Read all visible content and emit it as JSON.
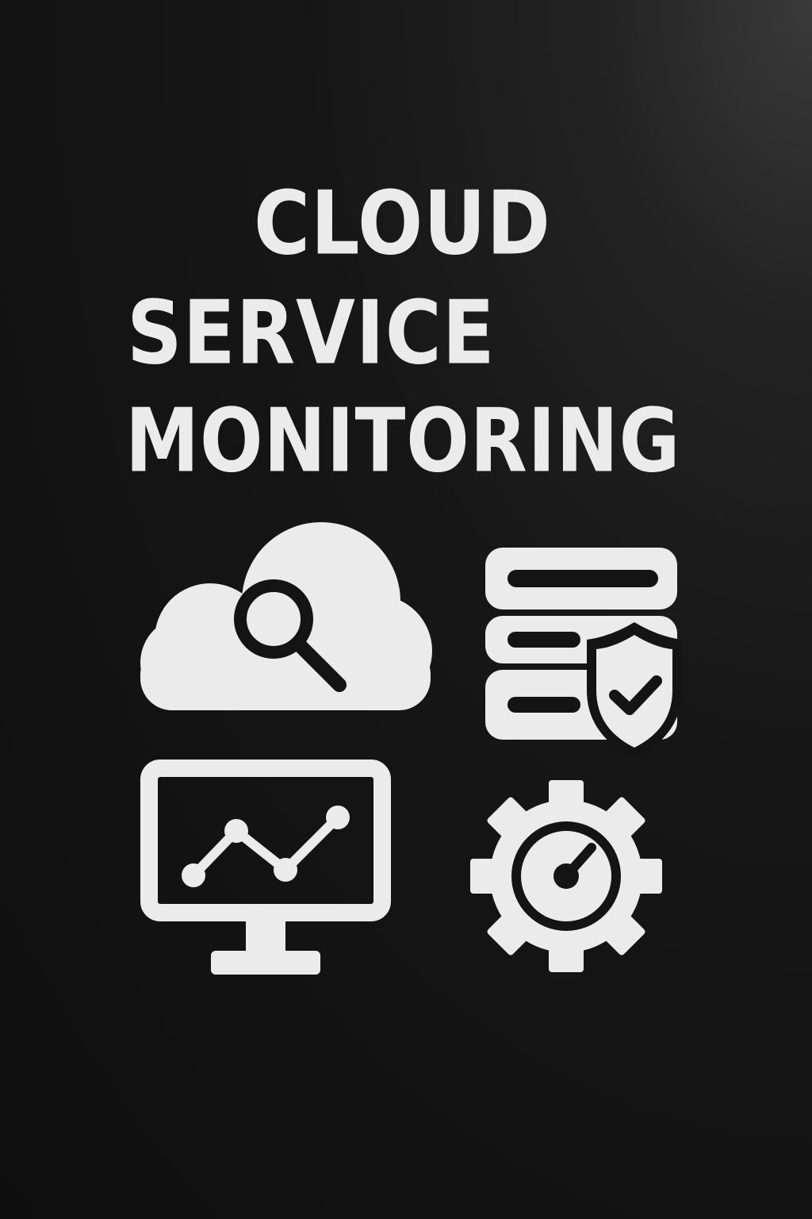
{
  "title": {
    "line1": "CLOUD",
    "line2": "SERVICE",
    "line3": "MONITORING"
  },
  "colors": {
    "background": "#121212",
    "foreground": "#ebebeb"
  },
  "icons": [
    "cloud-search-icon",
    "server-shield-icon",
    "monitor-chart-icon",
    "gear-gauge-icon"
  ]
}
